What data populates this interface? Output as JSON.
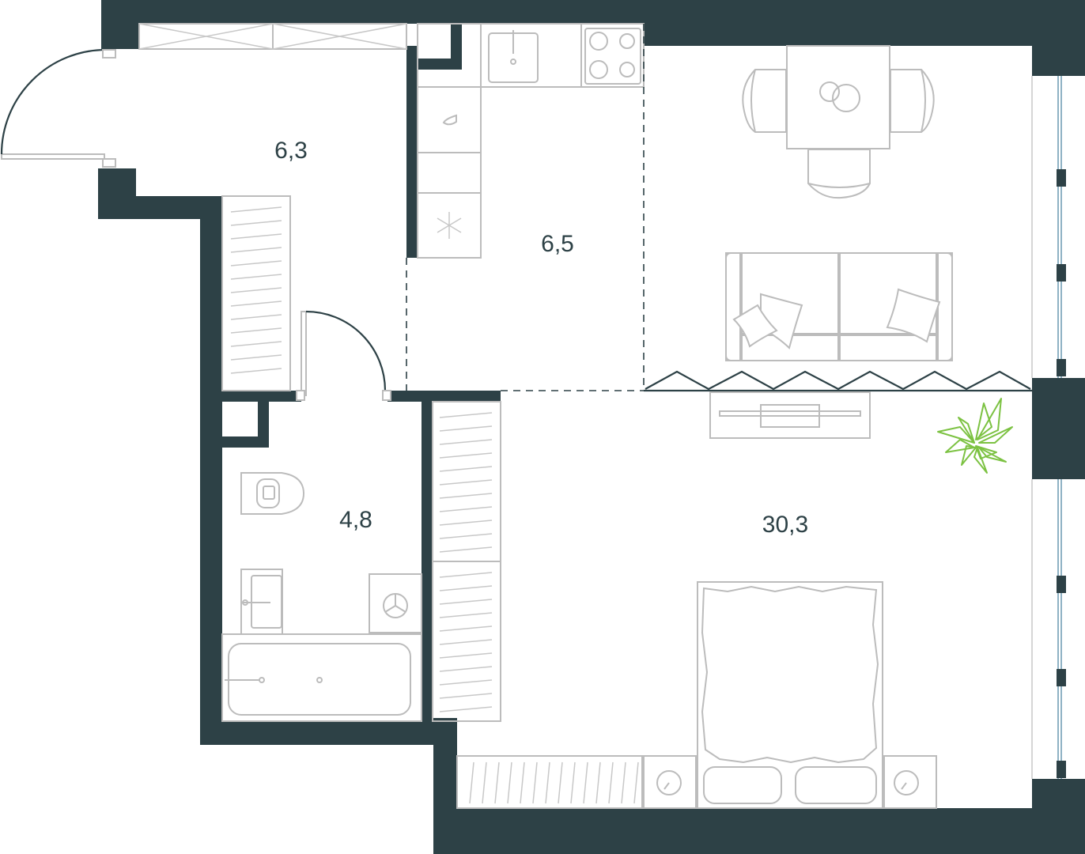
{
  "rooms": [
    {
      "id": "hallway",
      "area": "6,3"
    },
    {
      "id": "kitchen",
      "area": "6,5"
    },
    {
      "id": "bathroom",
      "area": "4,8"
    },
    {
      "id": "living",
      "area": "30,3"
    }
  ],
  "colors": {
    "wall": "#2d4146",
    "furniture": "#bcbcbc",
    "plant": "#7cc242",
    "window": "#8fb2c4"
  }
}
